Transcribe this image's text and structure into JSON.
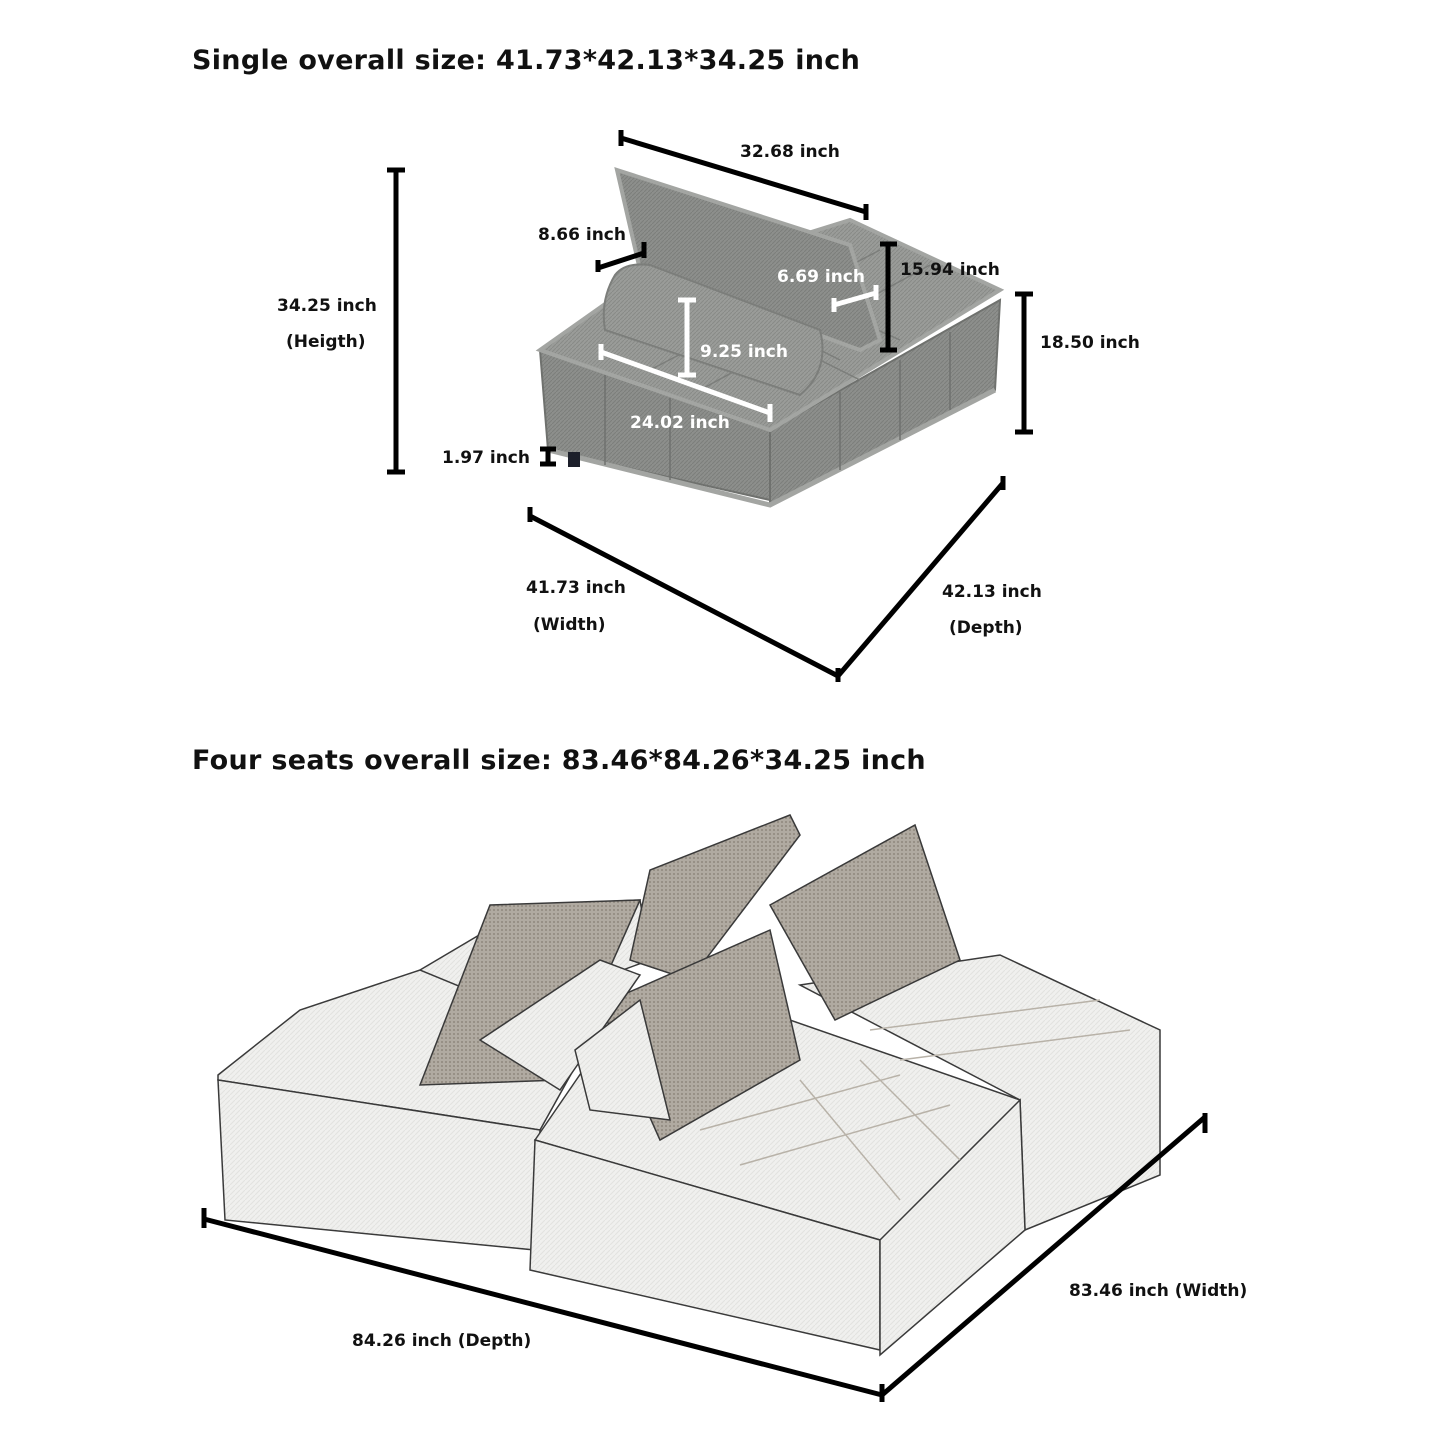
{
  "single": {
    "title": "Single overall size: 41.73*42.13*34.25 inch",
    "labels": {
      "back_length": "32.68 inch",
      "back_thickness": "8.66 inch",
      "back_height": "15.94 inch",
      "bolster_depth": "6.69 inch",
      "bolster_height": "9.25 inch",
      "bolster_length": "24.02 inch",
      "seat_height": "18.50 inch",
      "total_height": "34.25 inch",
      "total_height_caption": "(Heigth)",
      "leg_height": "1.97 inch",
      "width": "41.73 inch",
      "width_caption": "(Width)",
      "depth": "42.13 inch",
      "depth_caption": "(Depth)"
    },
    "colors": {
      "fabric": "#8d8f8c",
      "fabric_dark": "#6f716e",
      "fabric_light": "#a3a5a2"
    }
  },
  "four": {
    "title": "Four seats overall size: 83.46*84.26*34.25 inch",
    "labels": {
      "depth": "84.26 inch (Depth)",
      "width": "83.46 inch (Width)"
    },
    "colors": {
      "fabric": "#eeeeec",
      "pillow": "#a59e94",
      "outline": "#3a3a3a"
    }
  }
}
